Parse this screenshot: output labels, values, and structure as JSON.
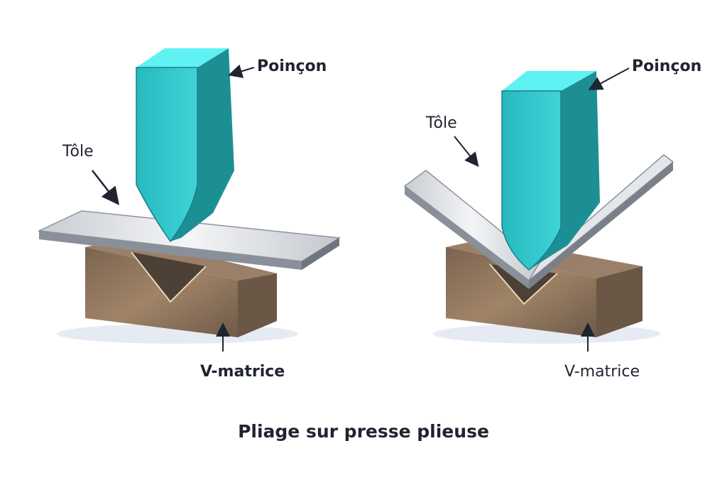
{
  "title": "Pliage sur presse plieuse",
  "left_panel": {
    "punch_label": "Poinçon",
    "sheet_label": "Tôle",
    "die_label": "V-matrice"
  },
  "right_panel": {
    "punch_label": "Poinçon",
    "sheet_label": "Tôle",
    "die_label": "V-matrice"
  },
  "colors": {
    "punch": "#2ec8cc",
    "die": "#8a725c",
    "sheet": "#d6d9de",
    "text": "#1f2430"
  }
}
